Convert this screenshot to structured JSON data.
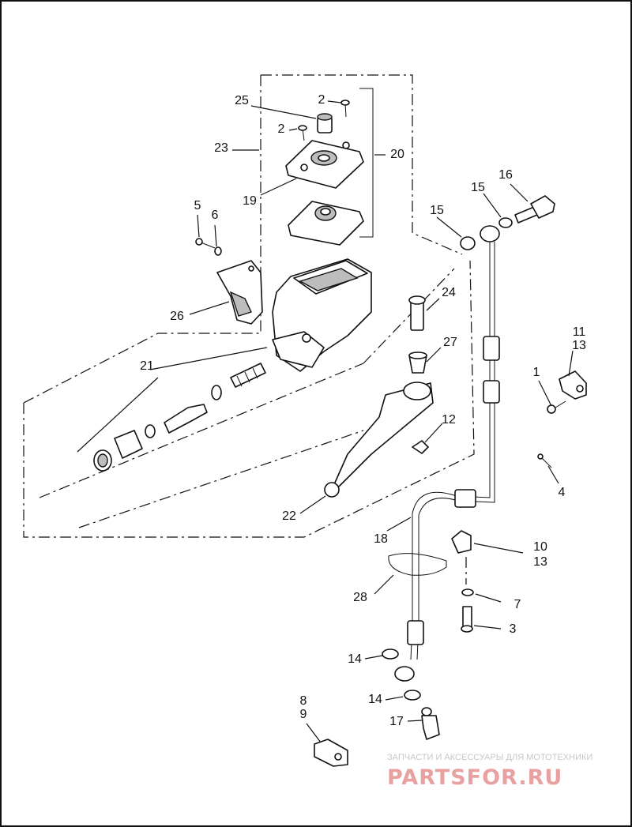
{
  "callouts": {
    "c25": "25",
    "c2a": "2",
    "c2b": "2",
    "c23": "23",
    "c20": "20",
    "c19": "19",
    "c5": "5",
    "c6": "6",
    "c26": "26",
    "c24": "24",
    "c27": "27",
    "c21": "21",
    "c12": "12",
    "c22": "22",
    "c16": "16",
    "c15a": "15",
    "c15b": "15",
    "c11": "11",
    "c13a": "13",
    "c1": "1",
    "c4": "4",
    "c18": "18",
    "c10": "10",
    "c13b": "13",
    "c28": "28",
    "c7": "7",
    "c3": "3",
    "c14a": "14",
    "c14b": "14",
    "c17": "17",
    "c8": "8",
    "c9": "9"
  },
  "watermark": {
    "subtitle": "ЗАПЧАСТИ И АКСЕССУАРЫ ДЛЯ МОТОТЕХНИКИ",
    "brand": "PARTSFOR.RU",
    "color": "#e8a0a0"
  }
}
